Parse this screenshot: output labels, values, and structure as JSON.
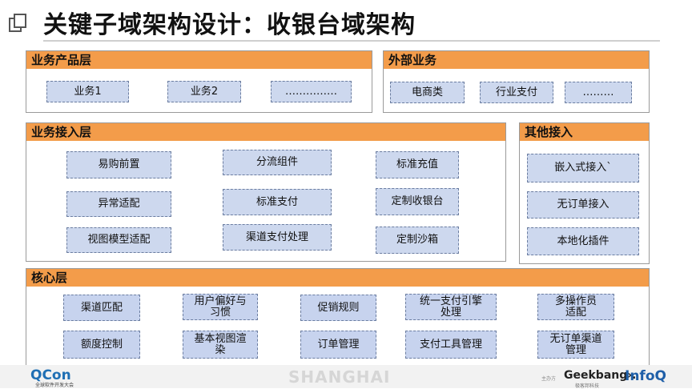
{
  "title": "关键子域架构设计：收银台域架构",
  "panels": {
    "business_product": {
      "title": "业务产品层",
      "items": [
        "业务1",
        "业务2",
        "……………"
      ]
    },
    "external": {
      "title": "外部业务",
      "items": [
        "电商类",
        "行业支付",
        "………"
      ]
    },
    "business_access": {
      "title": "业务接入层",
      "items": [
        "易购前置",
        "分流组件",
        "标准充值",
        "异常适配",
        "标准支付",
        "定制收银台",
        "视图模型适配",
        "渠道支付处理",
        "定制沙箱"
      ]
    },
    "other_access": {
      "title": "其他接入",
      "items": [
        "嵌入式接入`",
        "无订单接入",
        "本地化插件"
      ]
    },
    "core": {
      "title": "核心层",
      "items": [
        "渠道匹配",
        "用户偏好与\n习惯",
        "促销规则",
        "统一支付引擎\n处理",
        "多操作员\n适配",
        "额度控制",
        "基本视图渲\n染",
        "订单管理",
        "支付工具管理",
        "无订单渠道\n管理"
      ]
    }
  },
  "footer": {
    "qcon": "QCon",
    "qcon_sub": "全球软件开发大会",
    "city": "SHANGHAI",
    "sponsor": "主办方",
    "geekbang": "Geekbang›.",
    "geekbang_sub": "极客邦科技",
    "infoq": "InfoQ"
  },
  "colors": {
    "header": "#f39c4a",
    "node": "#cdd8ee",
    "border": "#6b7da0"
  }
}
